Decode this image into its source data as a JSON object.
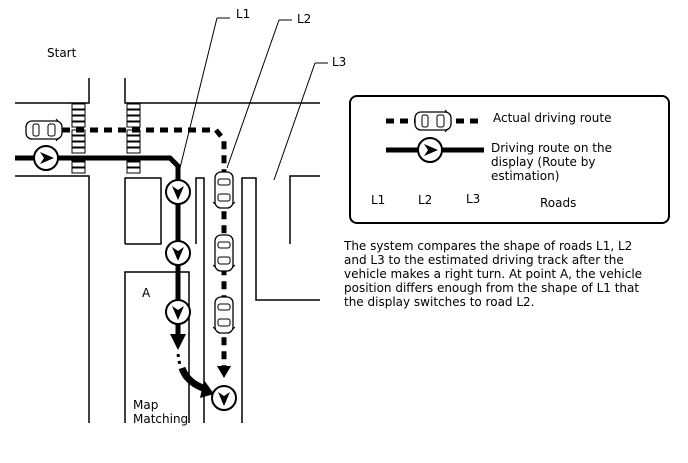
{
  "labels": {
    "l1": "L1",
    "l2": "L2",
    "l3": "L3",
    "start": "Start",
    "point_a": "A",
    "map_matching_line1": "Map",
    "map_matching_line2": "Matching"
  },
  "legend": {
    "actual_route": "Actual driving route",
    "display_route_line1": "Driving route on the",
    "display_route_line2": "display (Route by",
    "display_route_line3": "estimation)",
    "roads_l1": "L1",
    "roads_l2": "L2",
    "roads_l3": "L3",
    "roads": "Roads"
  },
  "caption": {
    "line1": "The system compares the shape of roads L1, L2",
    "line2": "and L3 to the estimated driving track after the",
    "line3": "vehicle makes a right turn. At point A, the vehicle",
    "line4": "position differs enough from the shape of L1 that",
    "line5": "the display switches to road L2."
  }
}
